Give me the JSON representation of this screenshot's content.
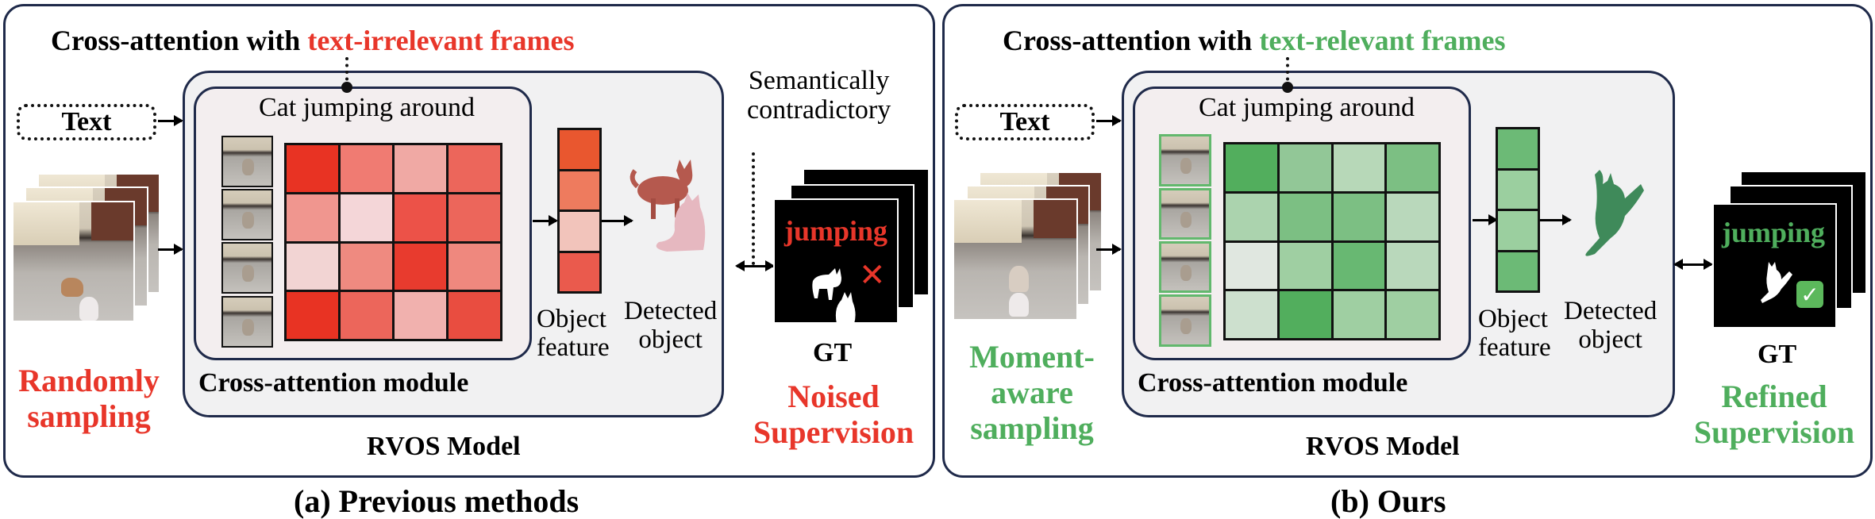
{
  "colors": {
    "red": "#e8362a",
    "green": "#4fae5d",
    "border": "#1f2a4a"
  },
  "panels": [
    {
      "id": "previous",
      "title_prefix": "Cross-attention with ",
      "title_highlight": "text-irrelevant frames",
      "text_input": "Text",
      "query": "Cat jumping around",
      "module_label": "Cross-attention module",
      "model_label": "RVOS Model",
      "feature_label_line1": "Object",
      "feature_label_line2": "feature",
      "detected_label_line1": "Detected",
      "detected_label_line2": "object",
      "contradiction_line1": "Semantically",
      "contradiction_line2": "contradictory",
      "gt_word": "jumping",
      "gt_mark": "✕",
      "gt_label": "GT",
      "sampling_line1": "Randomly",
      "sampling_line2": "sampling",
      "sampling_line3": "",
      "supervision_line1": "Noised",
      "supervision_line2": "Supervision",
      "caption": "(a) Previous methods",
      "attention_colors": [
        [
          "#e83323",
          "#f07b72",
          "#f0a9a4",
          "#ec665b"
        ],
        [
          "#f0968f",
          "#f4d6d8",
          "#ec5248",
          "#ec665b"
        ],
        [
          "#f2d4d3",
          "#ef8a80",
          "#e83b2e",
          "#ef887e"
        ],
        [
          "#e83323",
          "#ec665b",
          "#f1b1ae",
          "#e94d40"
        ]
      ],
      "feature_colors": [
        "#e9572f",
        "#ee7b5e",
        "#f2c4bb",
        "#ea5a4d"
      ]
    },
    {
      "id": "ours",
      "title_prefix": "Cross-attention with ",
      "title_highlight": "text-relevant frames",
      "text_input": "Text",
      "query": "Cat jumping around",
      "module_label": "Cross-attention module",
      "model_label": "RVOS Model",
      "feature_label_line1": "Object",
      "feature_label_line2": "feature",
      "detected_label_line1": "Detected",
      "detected_label_line2": "object",
      "gt_word": "jumping",
      "gt_mark": "✓",
      "gt_label": "GT",
      "sampling_line1": "Moment-",
      "sampling_line2": "aware",
      "sampling_line3": "sampling",
      "supervision_line1": "Refined",
      "supervision_line2": "Supervision",
      "caption": "(b) Ours",
      "attention_colors": [
        [
          "#52ae5d",
          "#92c797",
          "#b7d8b8",
          "#7cbf83"
        ],
        [
          "#abd3ae",
          "#7cbf83",
          "#7cbf83",
          "#b9d8bb"
        ],
        [
          "#e0e7e0",
          "#9fcfa2",
          "#68b872",
          "#b9d8bb"
        ],
        [
          "#cde0ce",
          "#52ae5d",
          "#9fcfa2",
          "#9fcfa2"
        ]
      ],
      "feature_colors": [
        "#6cba76",
        "#9bcf9f",
        "#9bcf9f",
        "#6cba76"
      ]
    }
  ]
}
